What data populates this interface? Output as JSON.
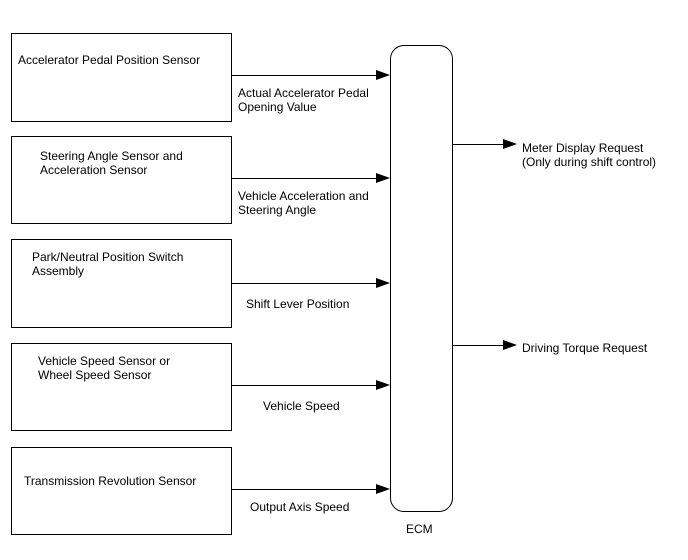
{
  "inputs": [
    {
      "sensor": "Accelerator Pedal Position Sensor",
      "signal_line1": "Actual Accelerator Pedal",
      "signal_line2": "Opening Value"
    },
    {
      "sensor_line1": "Steering Angle Sensor and",
      "sensor_line2": "Acceleration Sensor",
      "signal_line1": "Vehicle Acceleration and",
      "signal_line2": "Steering Angle"
    },
    {
      "sensor_line1": "Park/Neutral Position Switch",
      "sensor_line2": "Assembly",
      "signal": "Shift Lever Position"
    },
    {
      "sensor_line1": "Vehicle Speed Sensor or",
      "sensor_line2": "Wheel Speed Sensor",
      "signal": "Vehicle Speed"
    },
    {
      "sensor": "Transmission Revolution Sensor",
      "signal": "Output Axis Speed"
    }
  ],
  "ecm": {
    "label": "ECM"
  },
  "outputs": [
    {
      "line1": "Meter Display Request",
      "line2": "(Only during shift control)"
    },
    {
      "line1": "Driving Torque Request"
    }
  ]
}
